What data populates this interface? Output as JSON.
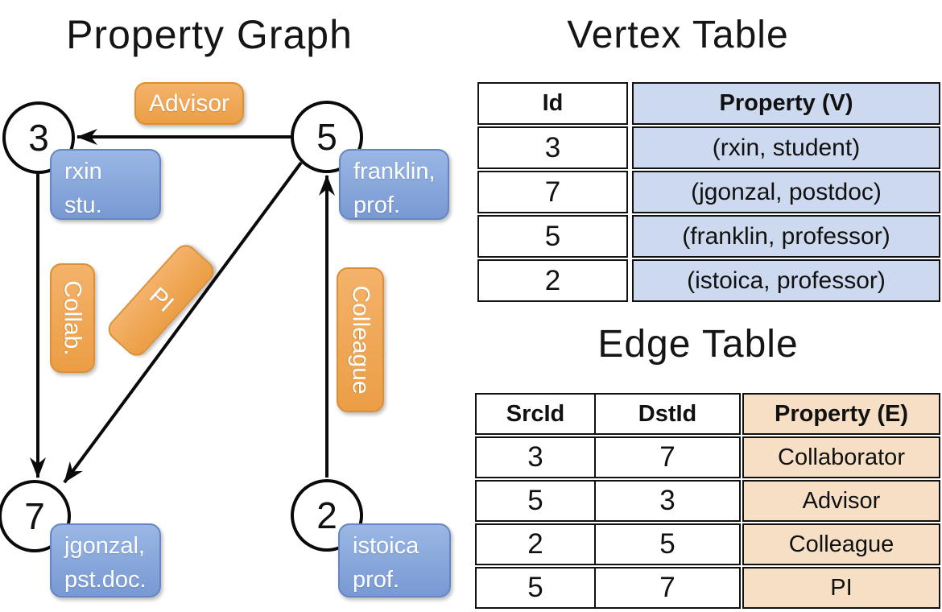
{
  "titles": {
    "graph": "Property Graph",
    "vertex_table": "Vertex Table",
    "edge_table": "Edge Table"
  },
  "graph": {
    "nodes": [
      {
        "id": "3",
        "line1": "rxin",
        "line2": "stu."
      },
      {
        "id": "5",
        "line1": "franklin,",
        "line2": "prof."
      },
      {
        "id": "7",
        "line1": "jgonzal,",
        "line2": "pst.doc."
      },
      {
        "id": "2",
        "line1": "istoica",
        "line2": "prof."
      }
    ],
    "edge_labels": {
      "advisor": "Advisor",
      "collab": "Collab.",
      "pi": "PI",
      "colleague": "Colleague"
    }
  },
  "vertex_table": {
    "columns": [
      "Id",
      "Property (V)"
    ],
    "rows": [
      [
        "3",
        "(rxin, student)"
      ],
      [
        "7",
        "(jgonzal, postdoc)"
      ],
      [
        "5",
        "(franklin, professor)"
      ],
      [
        "2",
        "(istoica, professor)"
      ]
    ]
  },
  "edge_table": {
    "columns": [
      "SrcId",
      "DstId",
      "Property (E)"
    ],
    "rows": [
      [
        "3",
        "7",
        "Collaborator"
      ],
      [
        "5",
        "3",
        "Advisor"
      ],
      [
        "2",
        "5",
        "Colleague"
      ],
      [
        "5",
        "7",
        "PI"
      ]
    ]
  },
  "colors": {
    "edge_label_orange": "#efa84f",
    "vertex_label_blue": "#88a8dc",
    "vertex_cell_blue": "#cdd9ef",
    "edge_cell_orange": "#f6dfc5",
    "line_black": "#0a0a0a"
  }
}
